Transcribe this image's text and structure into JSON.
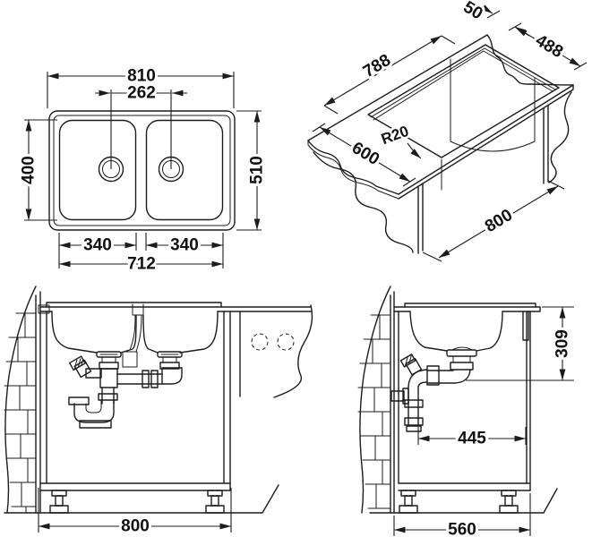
{
  "drawing": {
    "background": "#ffffff",
    "line_color": "#1c1c1c",
    "views": {
      "plan": {
        "name": "top-view",
        "dims": {
          "overall_width": "810",
          "drain_spacing": "262",
          "bowl_depth": "400",
          "overall_depth": "510",
          "left_bowl_width": "340",
          "right_bowl_width": "340",
          "bowls_outer_span": "712"
        }
      },
      "isometric": {
        "name": "worktop-cutout-view",
        "dims": {
          "cutout_edge_offset": "50",
          "cutout_depth": "488",
          "cutout_width": "788",
          "corner_radius": "R20",
          "worktop_depth": "600",
          "cabinet_width": "800"
        }
      },
      "front_section": {
        "name": "front-installation-section",
        "dims": {
          "cabinet_width": "800"
        }
      },
      "side_section": {
        "name": "side-installation-section",
        "dims": {
          "drain_height": "309",
          "drain_offset": "445",
          "cabinet_depth": "560"
        }
      }
    }
  }
}
